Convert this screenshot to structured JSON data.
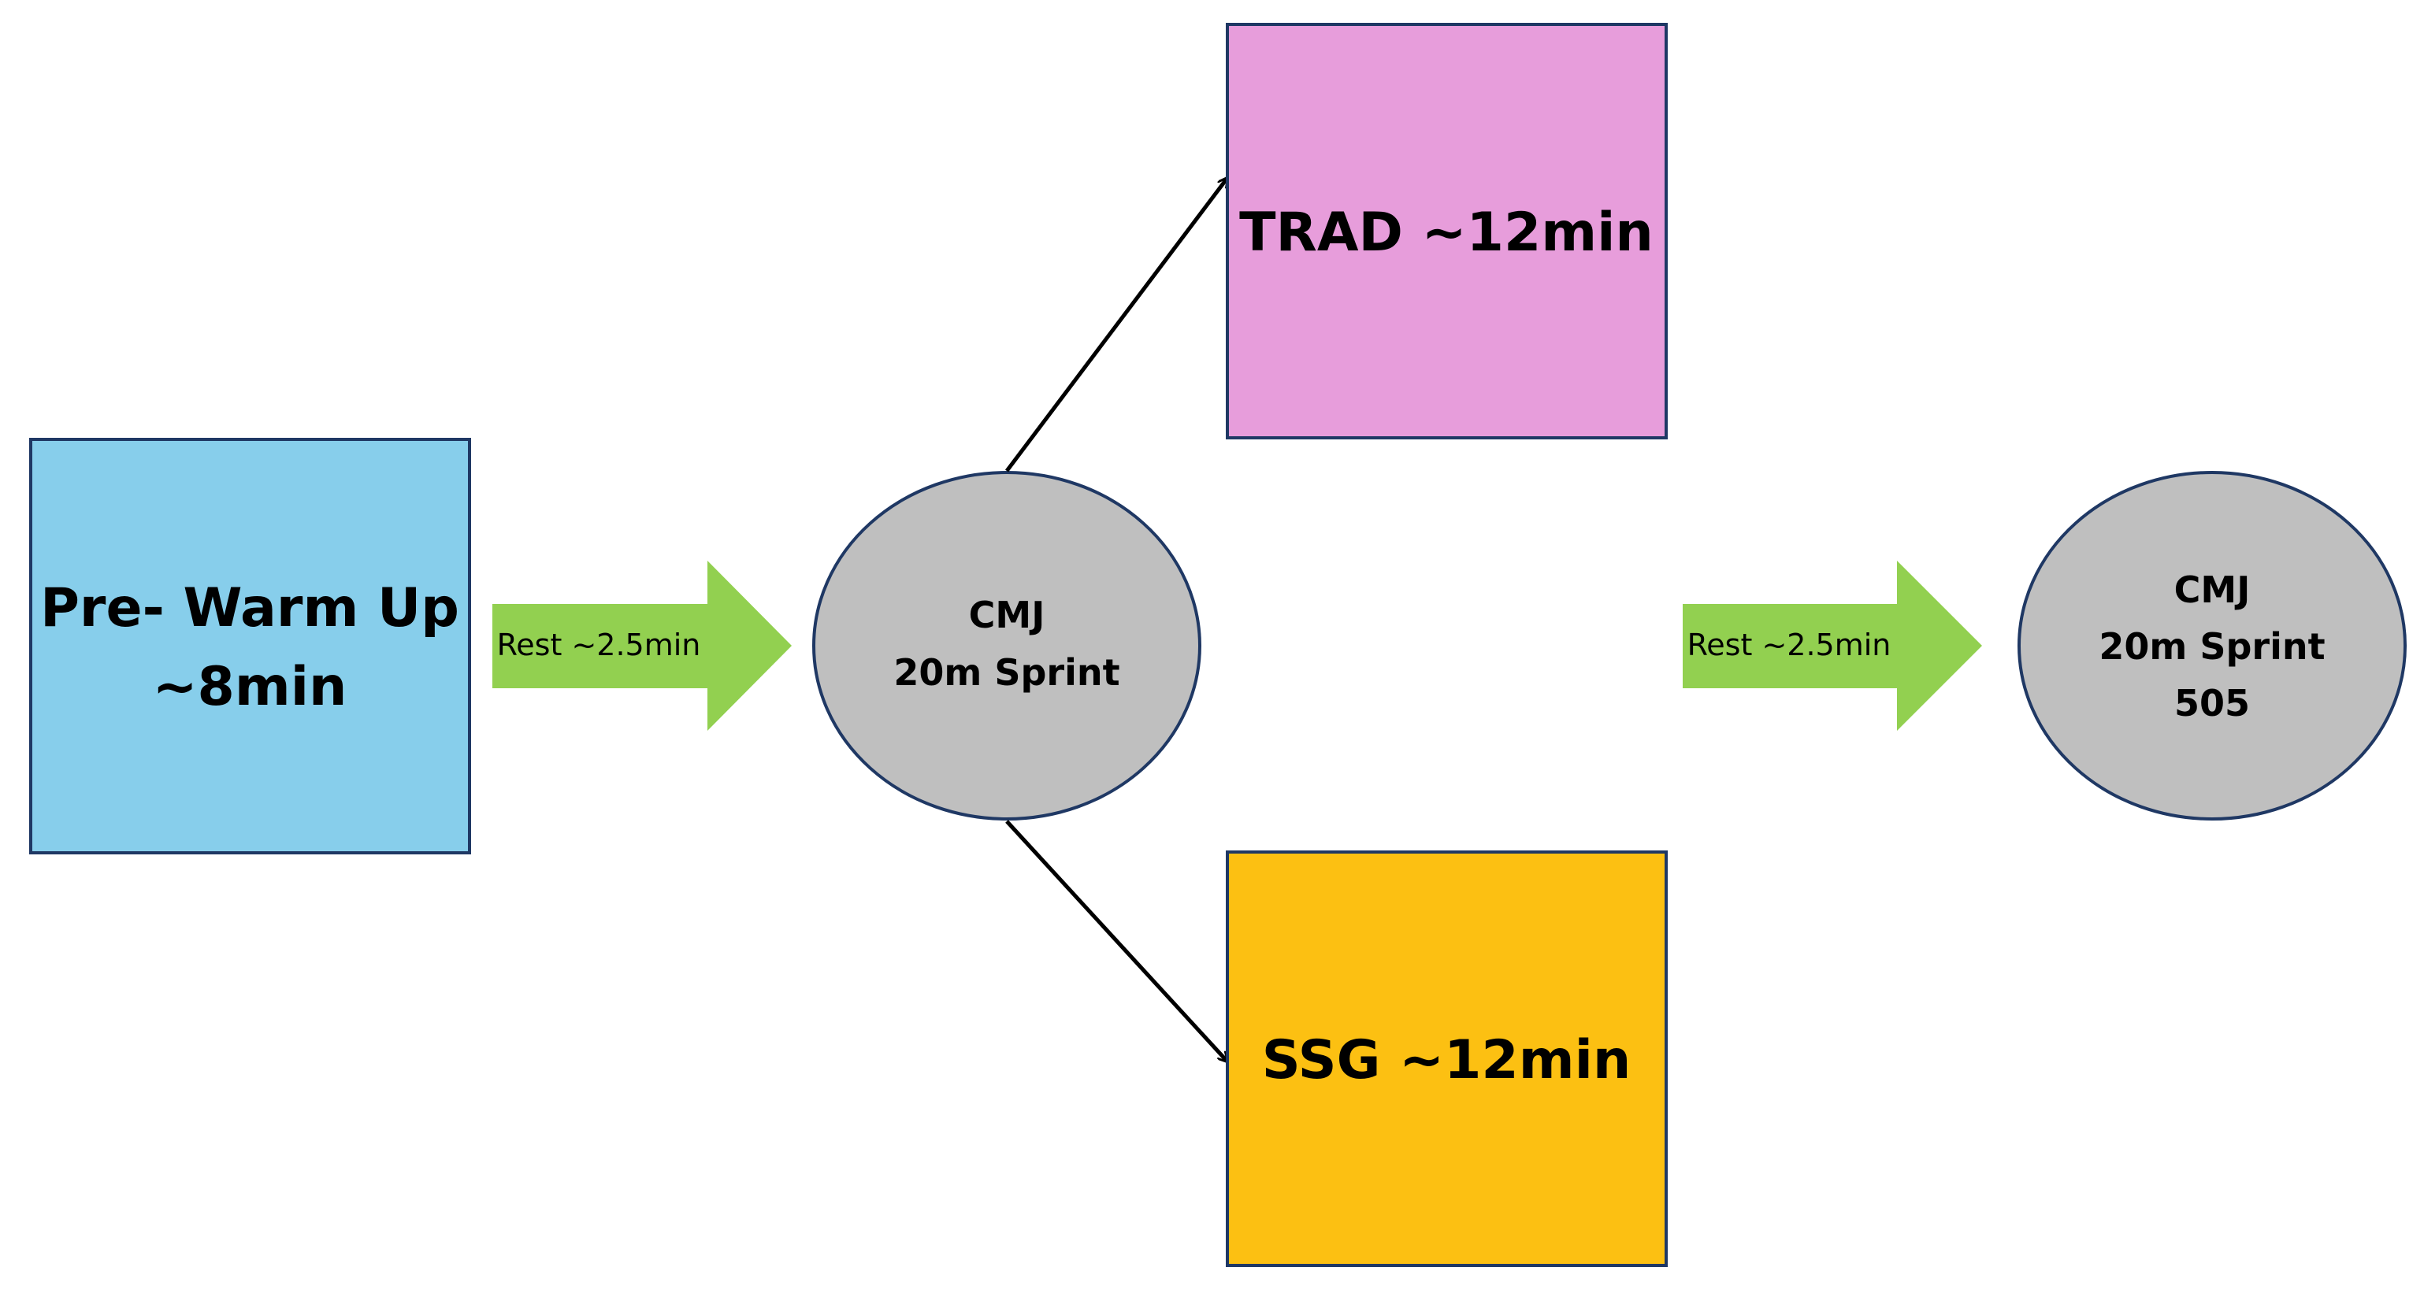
{
  "diagram": {
    "warmup": {
      "line1": "Pre- Warm Up",
      "line2": "~8min",
      "color": "#87CEEB"
    },
    "trad": {
      "label": "TRAD ~12min",
      "color": "#E79DDB"
    },
    "ssg": {
      "label": "SSG ~12min",
      "color": "#FCC012"
    },
    "test1": {
      "line1": "CMJ",
      "line2": "20m Sprint",
      "color": "#BFBFBF"
    },
    "test2": {
      "line1": "CMJ",
      "line2": "20m Sprint",
      "line3": "505",
      "color": "#BFBFBF"
    },
    "rest1": {
      "label": "Rest ~2.5min",
      "color": "#92D050"
    },
    "rest2": {
      "label": "Rest ~2.5min",
      "color": "#92D050"
    }
  }
}
